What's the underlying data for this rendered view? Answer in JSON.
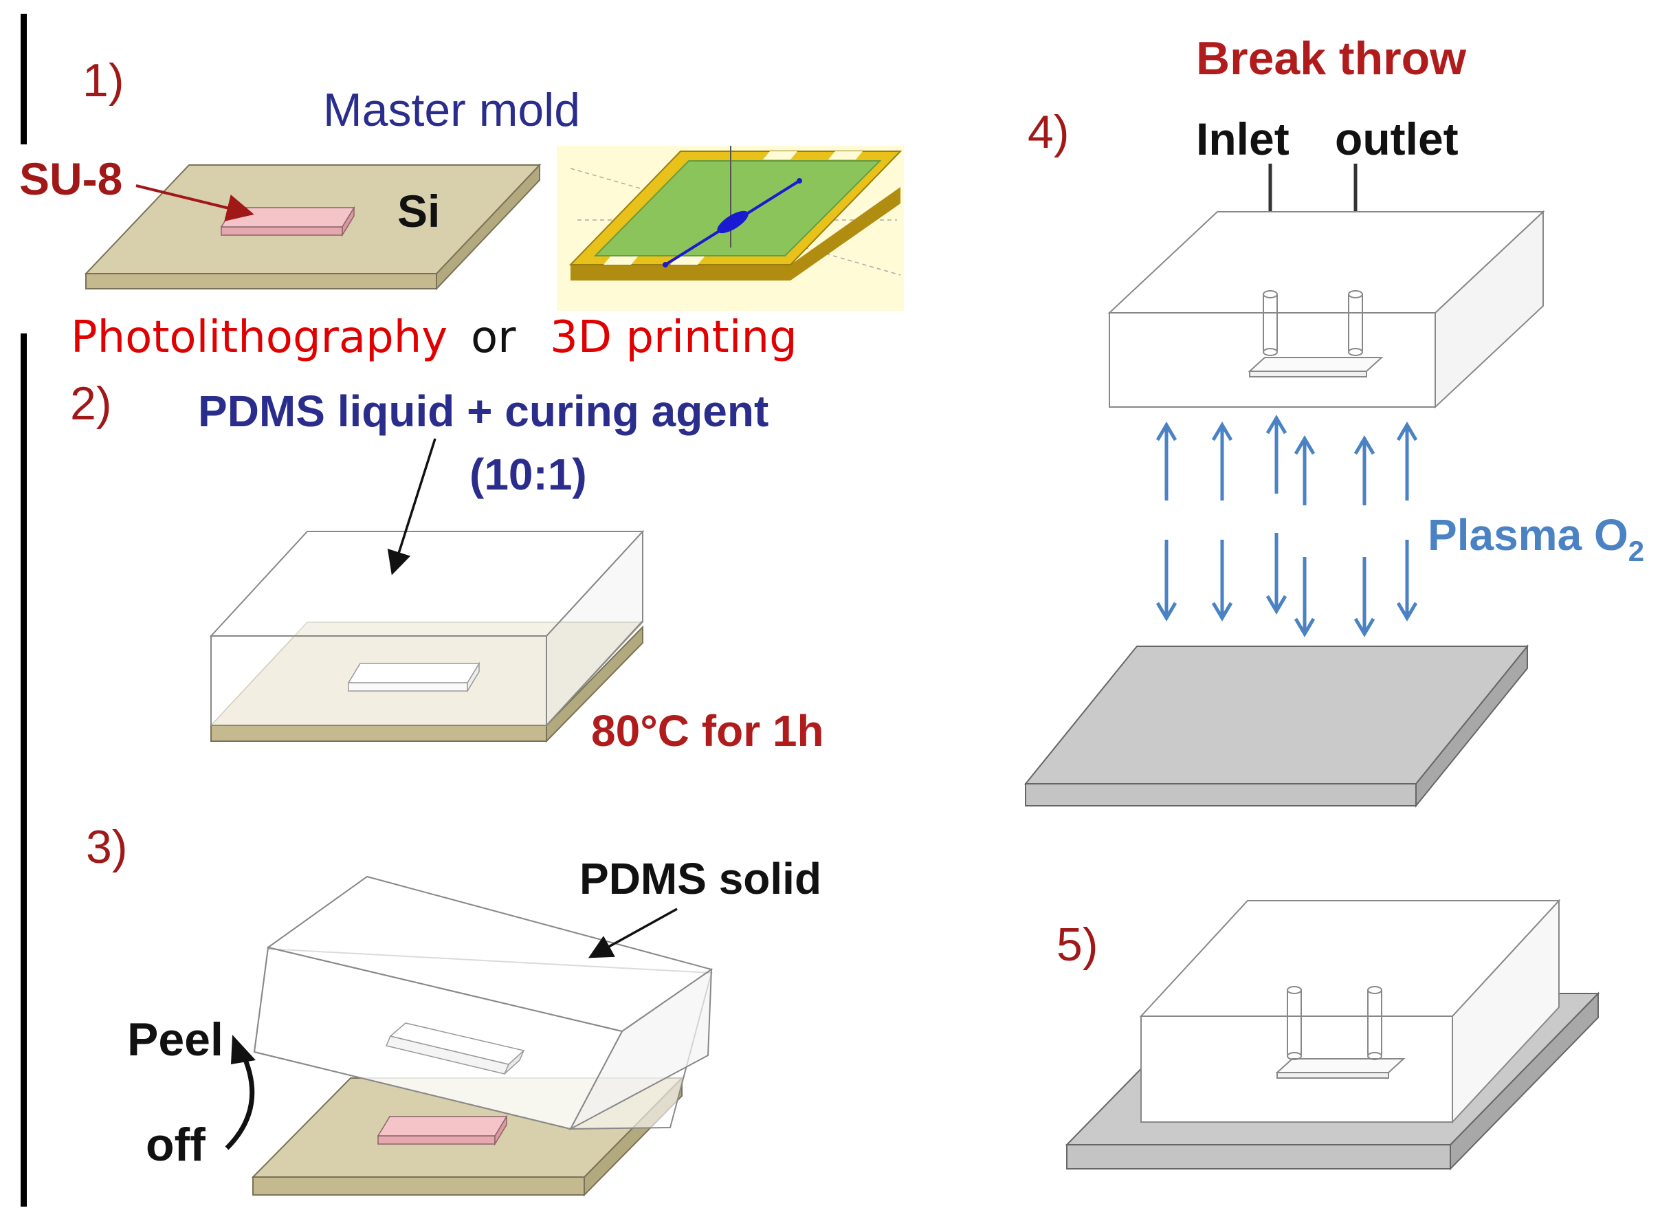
{
  "steps": {
    "s1": {
      "number": "1)",
      "title": "Master mold",
      "su8_label": "SU-8",
      "si_label": "Si",
      "method_a": "Photolithography",
      "method_or": "or",
      "method_b": "3D printing"
    },
    "s2": {
      "number": "2)",
      "liquid_label": "PDMS liquid + curing agent",
      "ratio_label": "(10:1)",
      "cure_label": "80°C for 1h"
    },
    "s3": {
      "number": "3)",
      "solid_label": "PDMS solid",
      "peel_label": "Peel",
      "off_label": "off"
    },
    "s4": {
      "number": "4)",
      "header": "Break throw",
      "inlet_label": "Inlet",
      "outlet_label": "outlet",
      "plasma_label": "Plasma O",
      "plasma_sub": "2"
    },
    "s5": {
      "number": "5)"
    }
  },
  "colors": {
    "step_number": "#a01818",
    "dark_red": "#b01c1c",
    "bright_red": "#e00000",
    "navy": "#2a2d8c",
    "plasma_blue": "#4a82c4",
    "wafer_top": "#d8cfac",
    "wafer_side": "#c4b98f",
    "su8_pink": "#f4c4c8",
    "glass_top": "#c9c9c9",
    "glass_side": "#b0b0b0",
    "print_yellow": "#e8c21a",
    "print_green": "#8bc45a",
    "channel_blue": "#1a1ad0"
  }
}
